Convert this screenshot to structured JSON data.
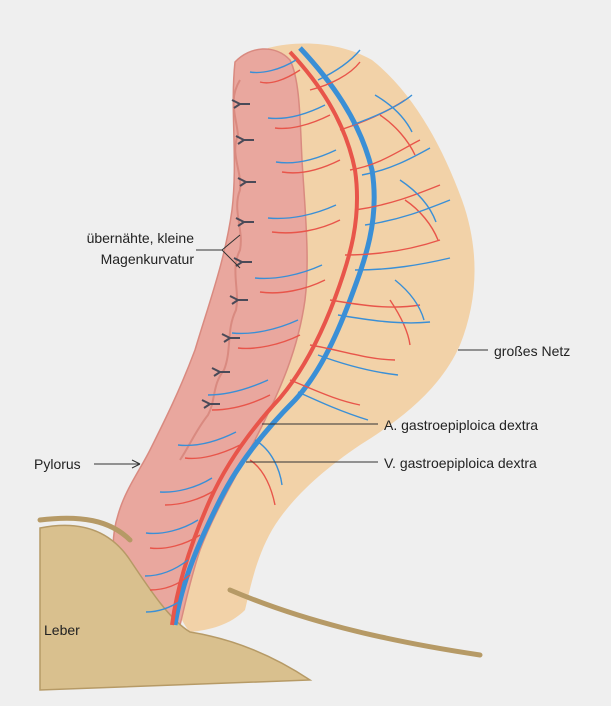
{
  "labels": {
    "sutures_line1": "übernähte, kleine",
    "sutures_line2": "Magenkurvatur",
    "omentum": "großes Netz",
    "artery": "A. gastroepiploica dextra",
    "vein": "V. gastroepiploica dextra",
    "pylorus": "Pylorus",
    "liver": "Leber"
  },
  "colors": {
    "background": "#efefef",
    "omentum": "#f2d2a8",
    "stomach": "#e9a79e",
    "stomach_edge": "#d98a80",
    "artery": "#e8554a",
    "vein": "#3a8fd6",
    "liver": "#d9c08e",
    "liver_edge": "#b69a66",
    "suture": "#4a4a58"
  }
}
